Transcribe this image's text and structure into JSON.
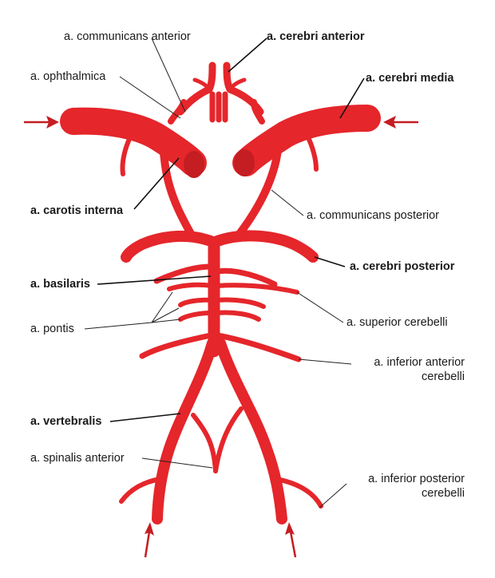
{
  "colors": {
    "artery": "#e5262b",
    "artery_dark": "#c41d22",
    "leader": "#222222"
  },
  "labels": {
    "communicans_anterior": "a. communicans anterior",
    "cerebri_anterior": "a. cerebri anterior",
    "ophthalmica": "a. ophthalmica",
    "cerebri_media": "a. cerebri media",
    "carotis_interna": "a. carotis interna",
    "communicans_posterior": "a. communicans posterior",
    "cerebri_posterior": "a. cerebri posterior",
    "basilaris": "a. basilaris",
    "superior_cerebelli": "a. superior cerebelli",
    "pontis": "a. pontis",
    "inferior_anterior_cerebelli_1": "a. inferior anterior",
    "inferior_anterior_cerebelli_2": "cerebelli",
    "vertebralis": "a. vertebralis",
    "spinalis_anterior": "a. spinalis anterior",
    "inferior_posterior_cerebelli_1": "a. inferior posterior",
    "inferior_posterior_cerebelli_2": "cerebelli"
  }
}
